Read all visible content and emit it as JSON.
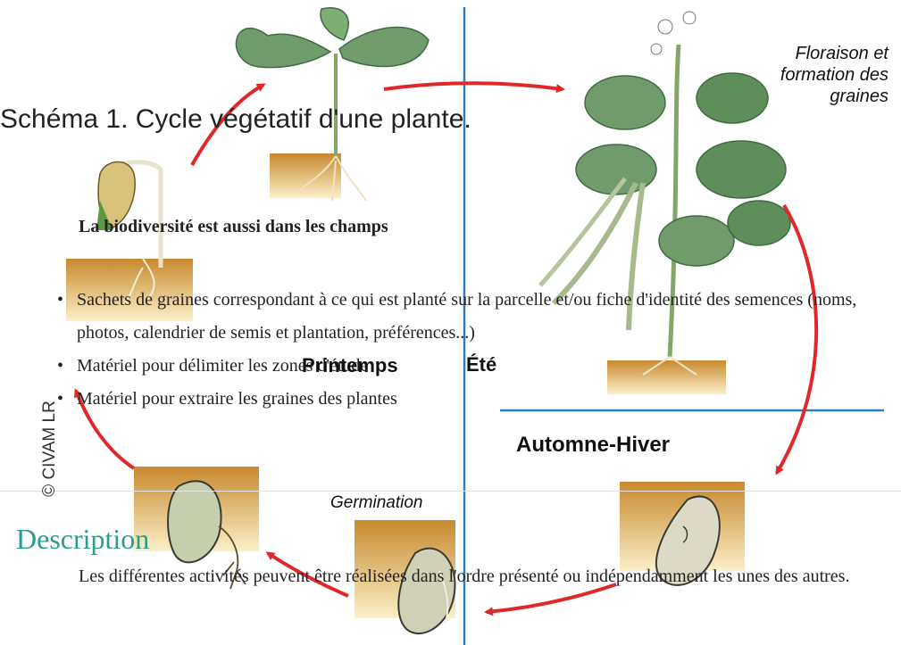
{
  "caption": "Schéma 1. Cycle végétatif d'une plante.",
  "heading": "La biodiversité est aussi dans les champs",
  "bullets": [
    "Sachets de graines correspondant à ce qui est planté sur la parcelle et/ou fiche d'identité des semences (noms, photos, calendrier de semis et plantation, préférences...)",
    "Matériel pour délimiter les zones d'étude",
    "Matériel pour extraire les graines des plantes"
  ],
  "diagram": {
    "seasons": {
      "spring": "Printemps",
      "summer": "Été",
      "autumn_winter": "Automne-Hiver"
    },
    "stage_labels": {
      "germination": "Germination",
      "flowering": "Floraison et formation des graines"
    },
    "copyright": "© CIVAM LR",
    "colors": {
      "arrow": "#e0282a",
      "axis": "#2f7fc0",
      "soil": "#d6a74a",
      "leaf": "#4f8a5b",
      "seed": "#c9c7b0"
    }
  },
  "description": {
    "title": "Description",
    "body": "Les différentes activités peuvent être réalisées dans l'ordre présenté ou indépendamment les unes des autres."
  }
}
